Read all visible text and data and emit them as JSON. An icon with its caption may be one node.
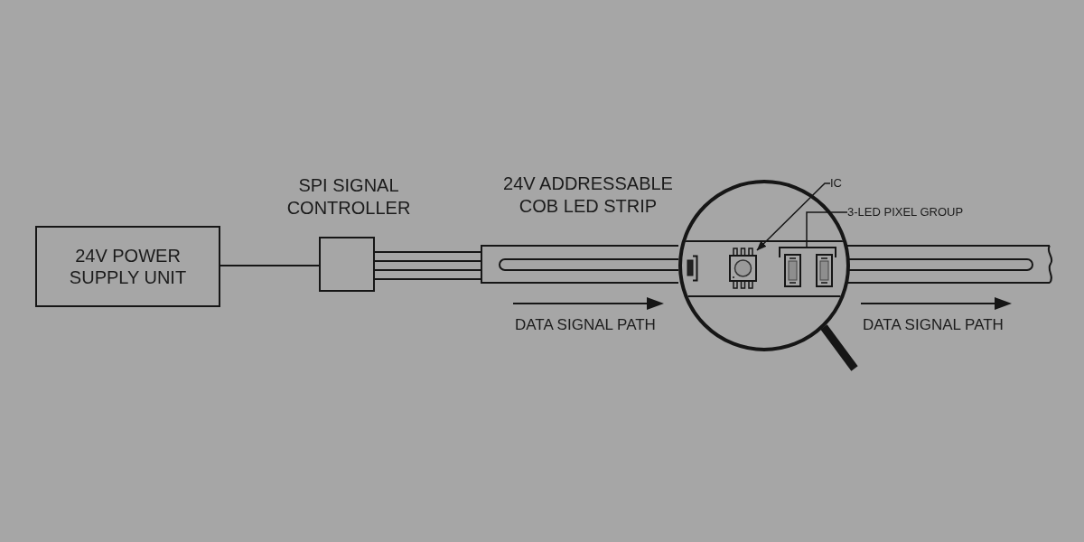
{
  "diagram": {
    "nodes": [
      {
        "text": [
          "24V POWER SUPPLY UNIT"
        ]
      },
      {
        "text": [
          "SPI SIGNAL CONTROLLER"
        ]
      },
      {
        "text": [
          "24V ADDRESSABLE COB LED STRIP"
        ]
      },
      {
        "text": [
          "IC"
        ]
      },
      {
        "text": [],
        "shape": "box"
      },
      {
        "text": [
          "3-LED PIXEL GROUP"
        ]
      },
      {
        "text": [],
        "shape": "picture"
      }
    ],
    "edges": [
      {
        "from": 0,
        "to": 1,
        "arrow": "none"
      },
      {
        "from": 1,
        "to": 2,
        "arrow": "none"
      },
      {
        "from": 1,
        "to": 2,
        "arrow": "none"
      },
      {
        "from": 1,
        "to": 2,
        "arrow": "none"
      },
      {
        "from": 1,
        "to": 2,
        "arrow": "none"
      },
      {
        "from": 3,
        "to": 4,
        "arrow": "to"
      },
      {
        "from": 5,
        "to": 6,
        "arrow": "none"
      }
    ],
    "labels": [
      "DATA SIGNAL PATH",
      "DATA SIGNAL PATH"
    ]
  }
}
